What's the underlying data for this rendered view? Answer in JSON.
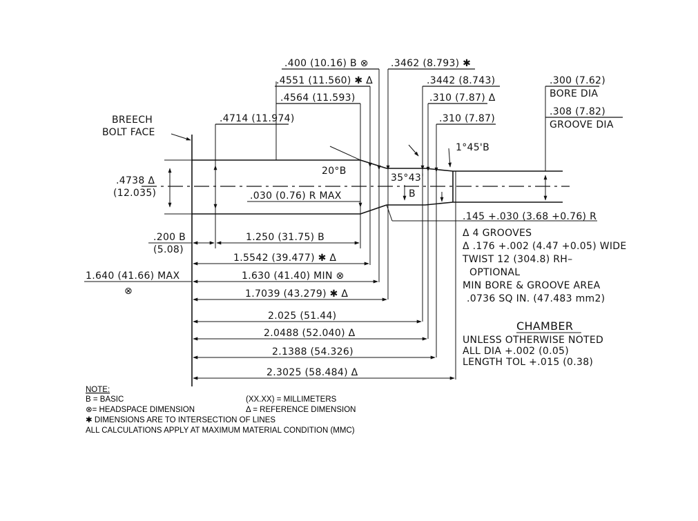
{
  "labels": {
    "breech1": "BREECH",
    "breech2": "BOLT FACE",
    "d4714": ".4714 (11.974)",
    "d4738": ".4738 Δ",
    "d4738mm": "(12.035)",
    "d0030": ".030 (0.76) R MAX",
    "d4564": ".4564 (11.593)",
    "d4551": ".4551 (11.560) ✱ Δ",
    "d400": ".400 (10.16) B ⊗",
    "d3462": ".3462 (8.793) ✱",
    "d3442": ".3442 (8.743)",
    "d310a": ".310 (7.87) Δ",
    "d310b": ".310 (7.87)",
    "bore1": ".300 (7.62)",
    "bore2": "BORE DIA",
    "groove1": ".308 (7.82)",
    "groove2": "GROOVE DIA",
    "angle20": "20°B",
    "angle35": "35°43'",
    "angleB": "B",
    "angle145": "1°45'B",
    "radius": ".145 +.030 (3.68 +0.76) R",
    "d200": ".200 B",
    "d200mm": "(5.08)",
    "d1250": "1.250 (31.75) B",
    "d15542": "1.5542 (39.477) ✱ Δ",
    "d1640": "1.640 (41.66) MAX",
    "d1640sym": "⊗",
    "d1630": "1.630 (41.40) MIN ⊗",
    "d17039": "1.7039 (43.279) ✱ Δ",
    "d2025": "2.025 (51.44)",
    "d20488": "2.0488 (52.040) Δ",
    "d21388": "2.1388 (54.326)",
    "d23025": "2.3025 (58.484) Δ",
    "g1": "Δ  4  GROOVES",
    "g2": "Δ .176 +.002 (4.47 +0.05) WIDE",
    "g3": "TWIST  12 (304.8) RH–",
    "g4": "OPTIONAL",
    "g5": "MIN  BORE & GROOVE  AREA",
    "g6": ".0736 SQ IN. (47.483 mm2)",
    "chamber": "CHAMBER",
    "c1": "UNLESS  OTHERWISE  NOTED",
    "c2": "ALL  DIA  +.002 (0.05)",
    "c3": "LENGTH  TOL  +.015 (0.38)"
  },
  "notes": {
    "title": "NOTE:",
    "basic": "B = BASIC",
    "mm": "(XX.XX) = MILLIMETERS",
    "headspace": "⊗= HEADSPACE DIMENSION",
    "reference": "Δ = REFERENCE DIMENSION",
    "intersection": "✱ DIMENSIONS ARE TO INTERSECTION OF LINES",
    "mmc": "ALL CALCULATIONS APPLY AT MAXIMUM MATERIAL CONDITION (MMC)"
  }
}
